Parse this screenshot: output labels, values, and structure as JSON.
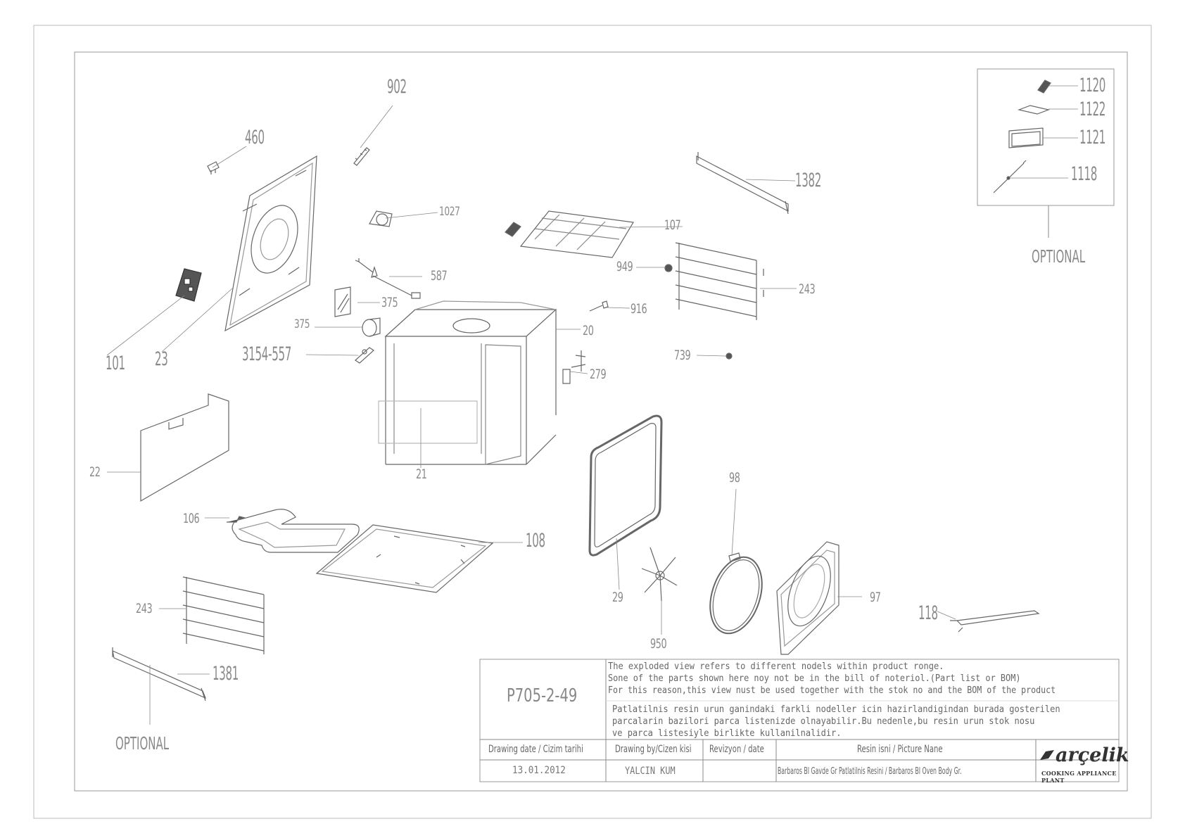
{
  "labels": {
    "l902": "902",
    "l460": "460",
    "l1027": "1027",
    "l107": "107",
    "l1382": "1382",
    "l949": "949",
    "l243_top": "243",
    "l587": "587",
    "l375a": "375",
    "l375b": "375",
    "l916": "916",
    "l20": "20",
    "l3154": "3154-557",
    "l739": "739",
    "l279": "279",
    "l101": "101",
    "l23": "23",
    "l22": "22",
    "l21": "21",
    "l106": "106",
    "l108": "108",
    "l98": "98",
    "l29": "29",
    "l950": "950",
    "l97": "97",
    "l118": "118",
    "l243_bot": "243",
    "l1381": "1381",
    "l1120": "1120",
    "l1122": "1122",
    "l1121": "1121",
    "l1118": "1118"
  },
  "optional_top": "OPTIONAL",
  "optional_bottom": "OPTIONAL",
  "title_block": {
    "drawing_code": "P705-2-49",
    "note_en_1": "The exploded view refers to different nodels within product ronge.",
    "note_en_2": "Sone of the parts shown here noy not be in the bill of noteriol.(Part list or BOM)",
    "note_en_3": "For this reason,this view nust be used together with the stok no and the BOM of the product",
    "note_tr_1": "Patlatilnis resin urun ganindaki farkli nodeller icin hazirlandigindan burada gosterilen",
    "note_tr_2": "parcalarin bazilori parca listenizde olnayabilir.Bu nedenle,bu resin urun stok nosu",
    "note_tr_3": "ve parca listesiyle birlikte kullanilnalidir.",
    "hdr_date": "Drawing date / Cizim tarihi",
    "hdr_by": "Drawing by/Cizen kisi",
    "hdr_rev": "Revizyon / date",
    "hdr_name": "Resin isni / Picture Nane",
    "val_date": "13.01.2012",
    "val_by": "YALCIN KUM",
    "val_rev": "",
    "val_name": "Barbaros BI Gavde Gr Patlatilnis Resini / Barbaros BI Oven Body Gr.",
    "brand": "arçelik",
    "plant": "COOKING APPLIANCE PLANT"
  }
}
